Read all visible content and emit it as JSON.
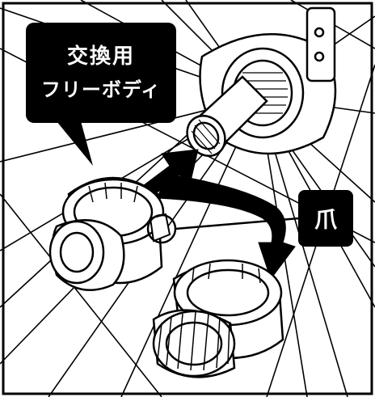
{
  "callout": {
    "line1": "交換用",
    "line2": "フリーボディ"
  },
  "label": {
    "claw": "爪"
  },
  "colors": {
    "ink": "#000000",
    "paper": "#ffffff"
  }
}
